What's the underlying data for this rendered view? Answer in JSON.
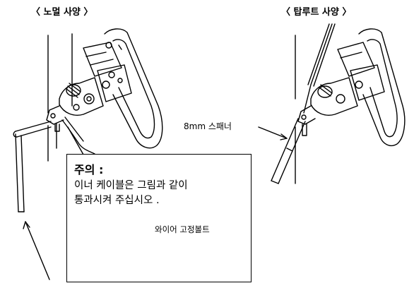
{
  "headers": {
    "normal": "〈 노멀 사양 〉",
    "top_route": "〈 탑루트 사양 〉"
  },
  "labels": {
    "spanner": "8mm 스패너"
  },
  "caution": {
    "title": "주의 :",
    "line1": "이너 케이블은 그림과 같이",
    "line2": "통과시켜 주십시오 .",
    "bolt_label": "와이어 고정볼트"
  }
}
